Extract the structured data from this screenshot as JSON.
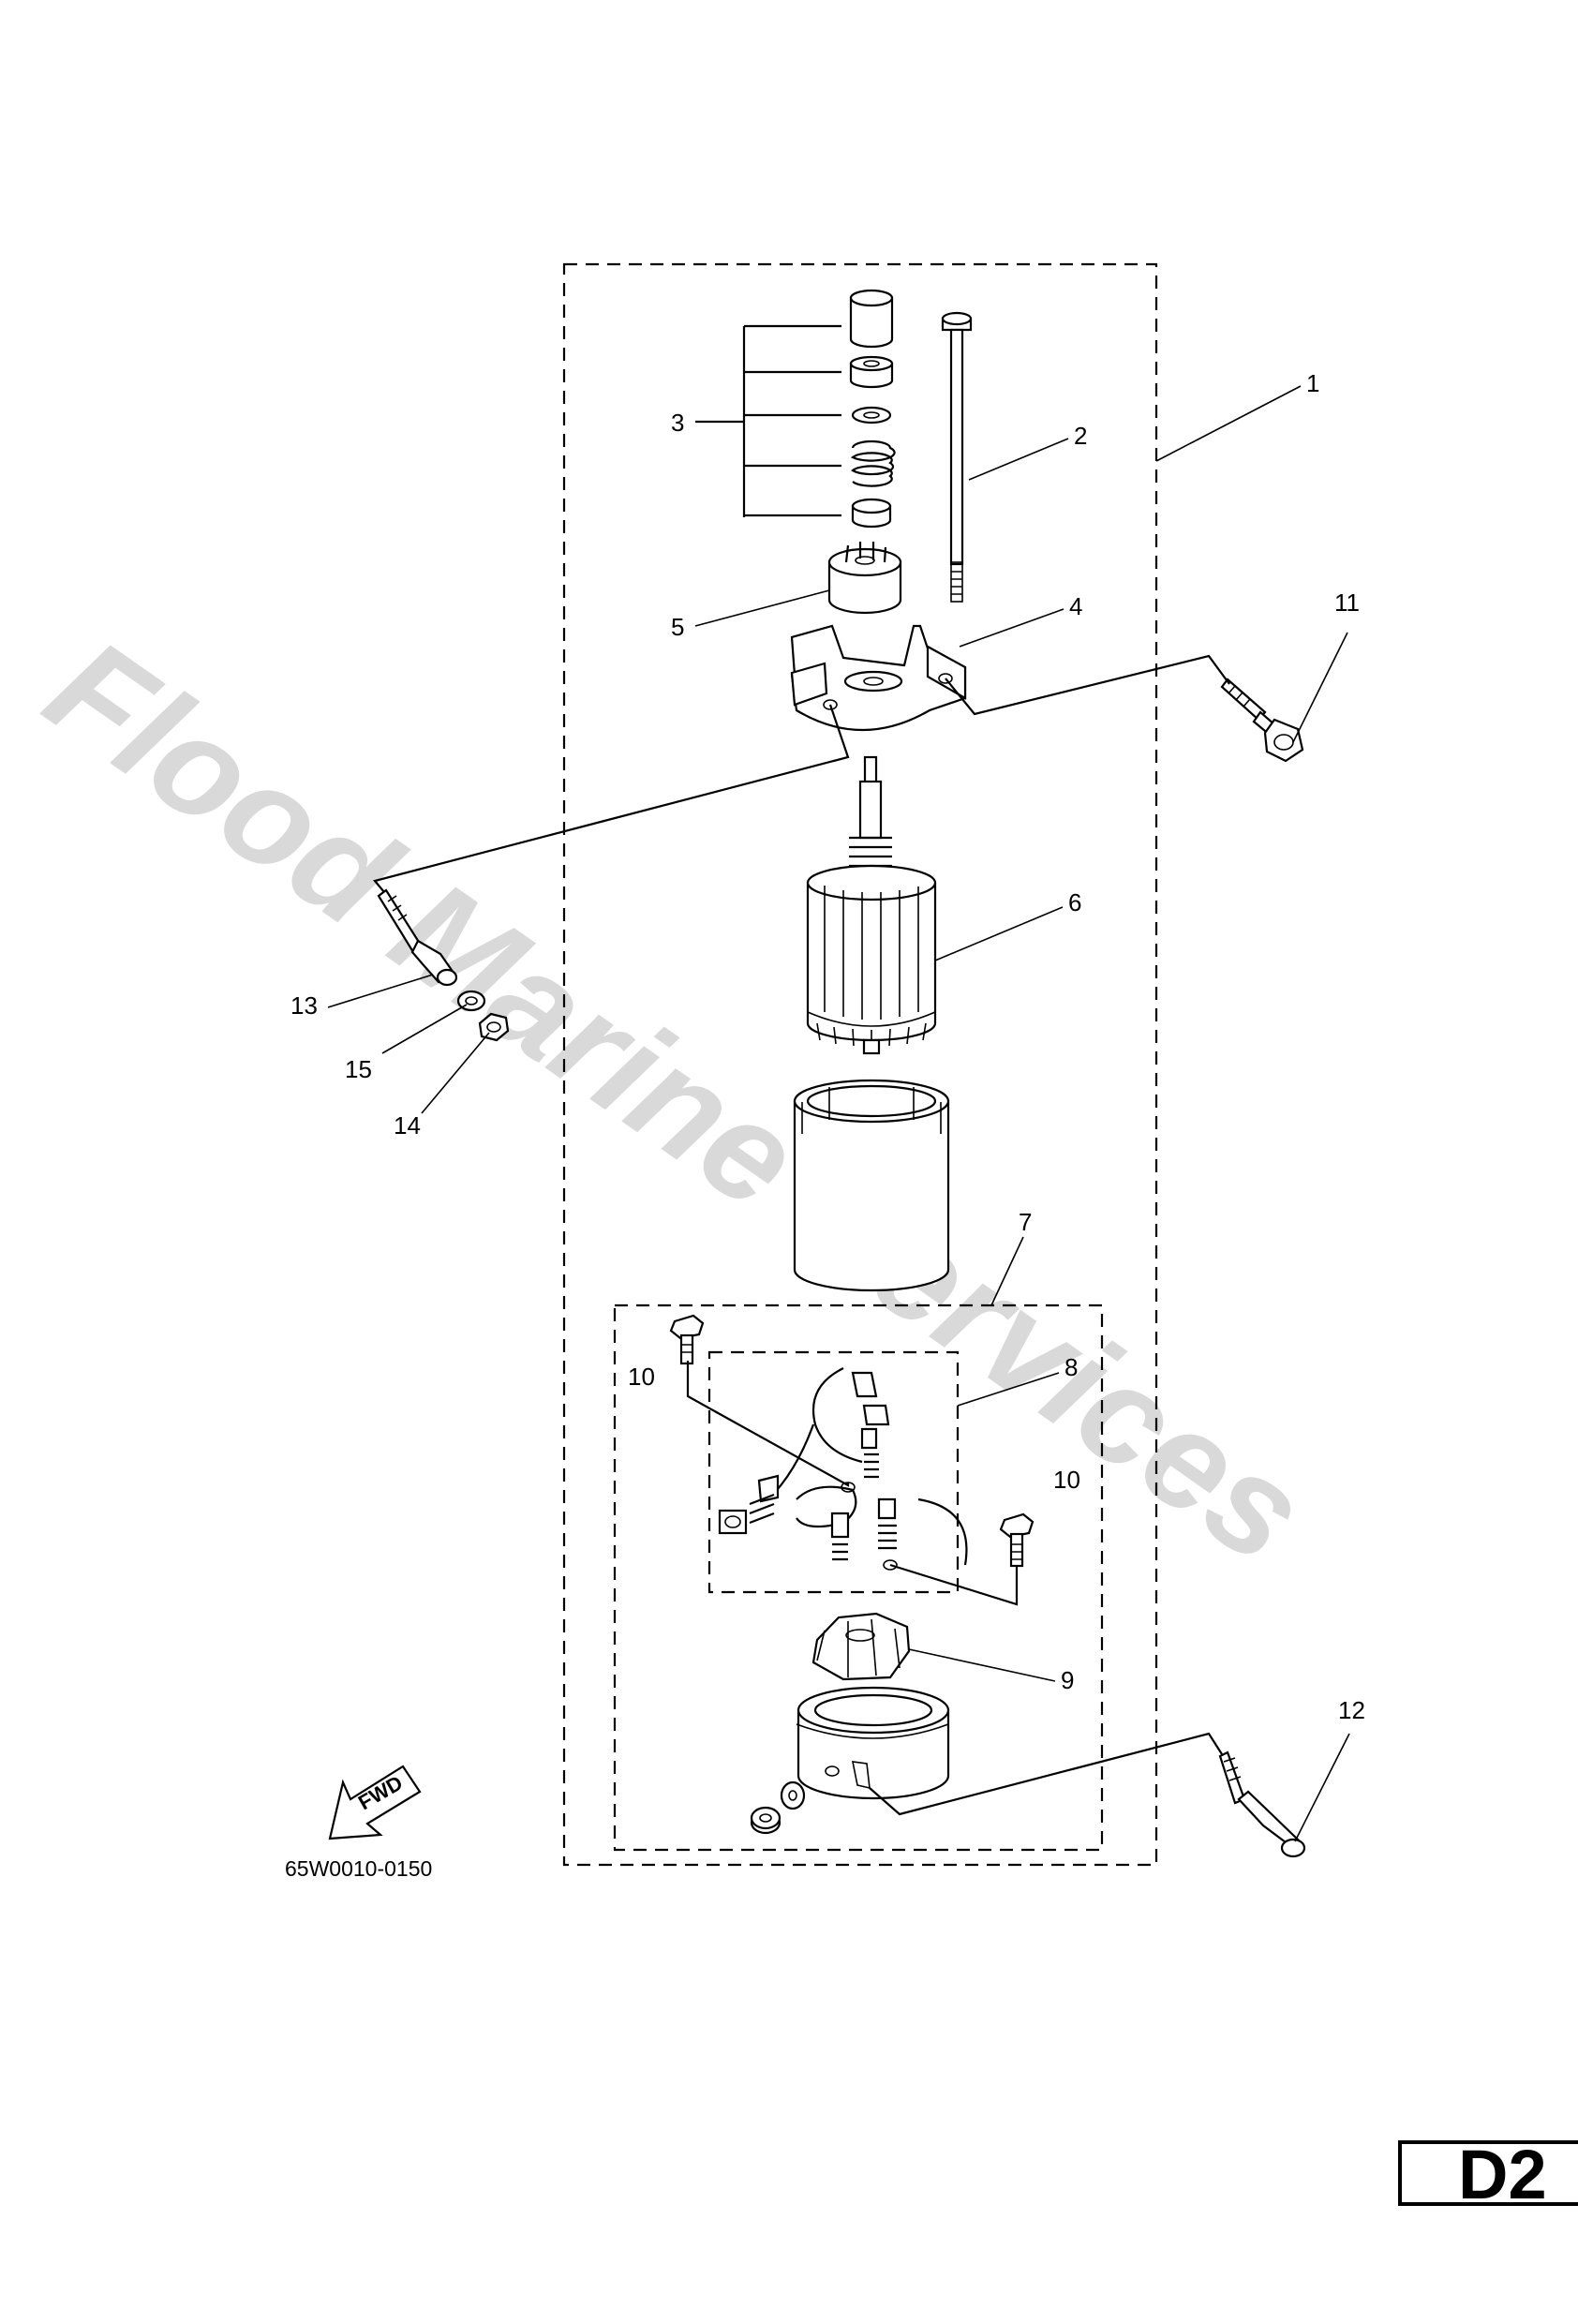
{
  "watermark": "Flood Marine Services",
  "callouts": [
    "1",
    "2",
    "3",
    "4",
    "5",
    "6",
    "7",
    "8",
    "9",
    "10",
    "10",
    "11",
    "12",
    "13",
    "15",
    "14"
  ],
  "drawing_code": "65W0010-0150",
  "fwd_label": "FWD",
  "page_code": "D2"
}
